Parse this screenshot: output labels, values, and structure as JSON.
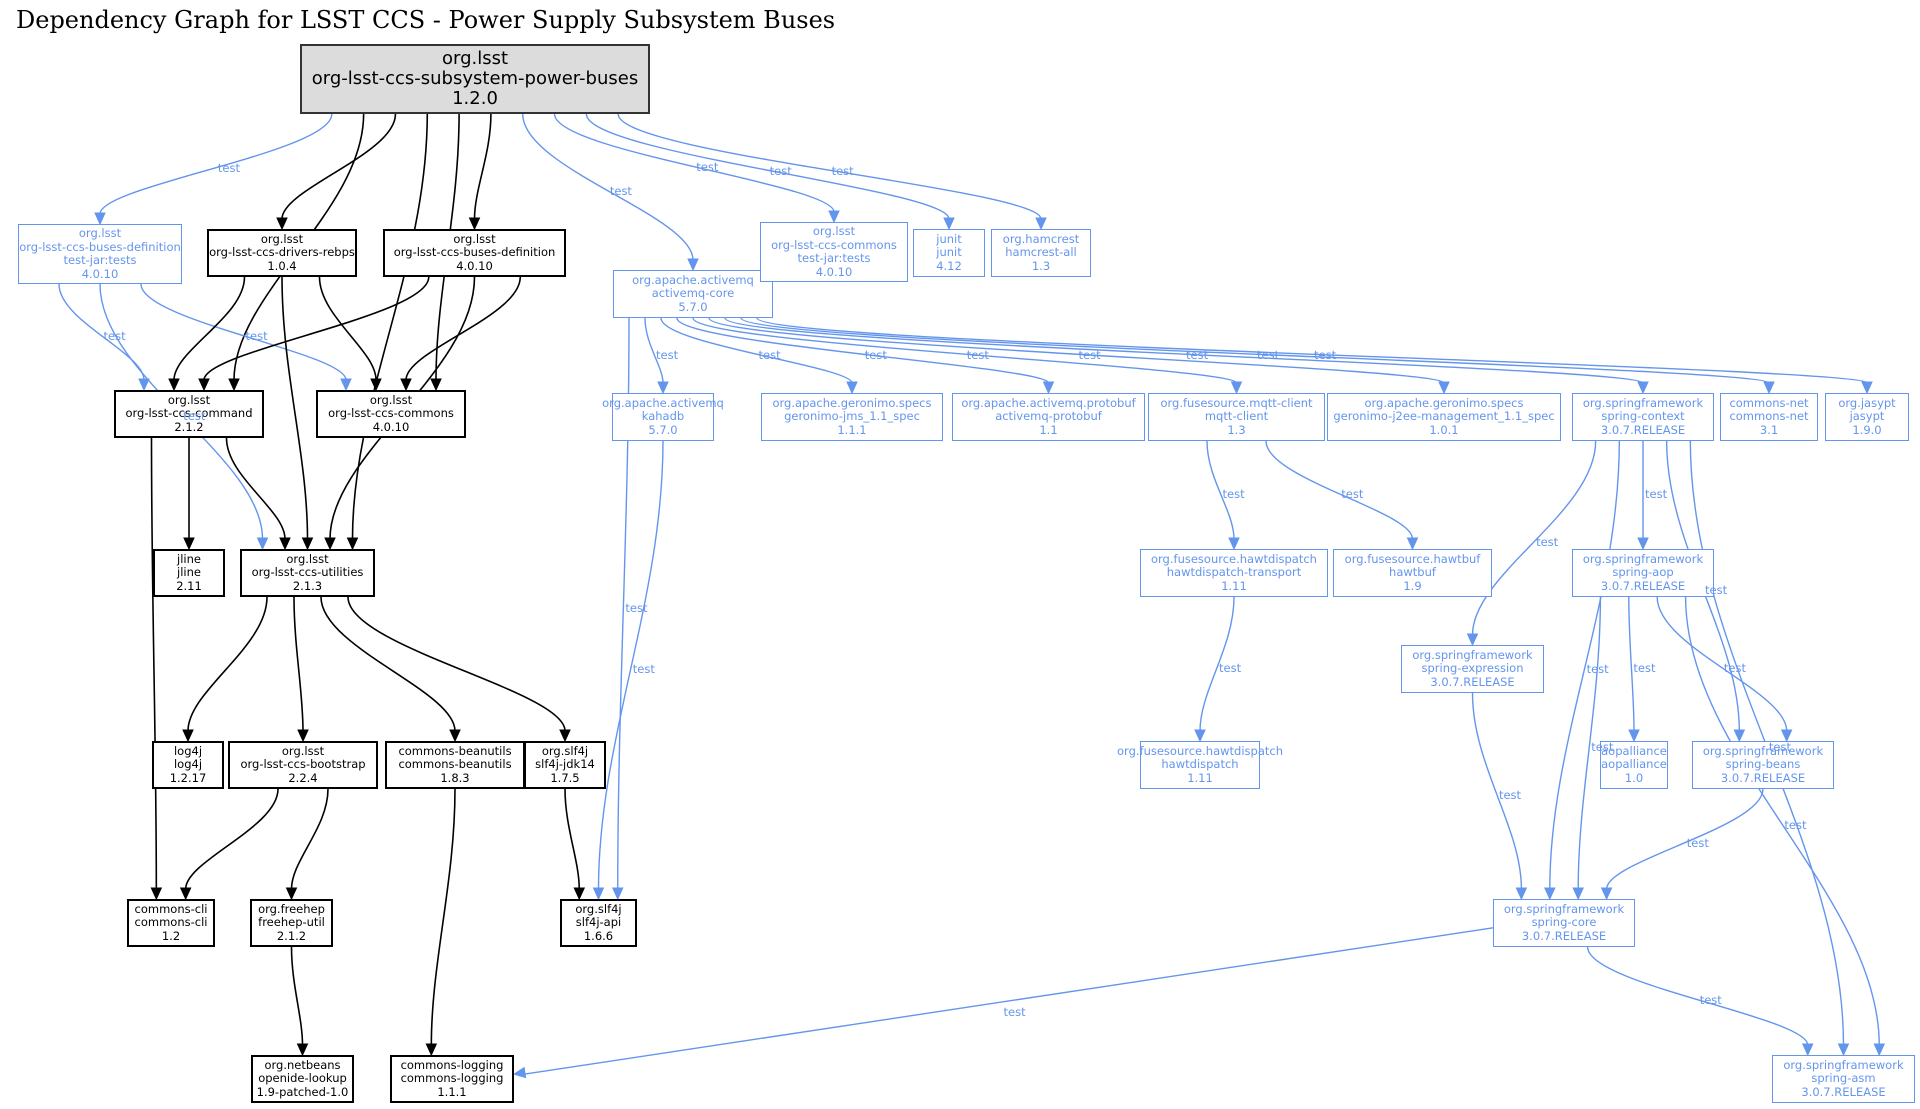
{
  "title": "Dependency Graph for LSST CCS - Power Supply Subsystem Buses",
  "colors": {
    "compile": "#000000",
    "test": "#6495ed",
    "root_fill": "#dcdcdc"
  },
  "nodes": [
    {
      "id": "root",
      "group": "org.lsst",
      "artifact": "org-lsst-ccs-subsystem-power-buses",
      "classifier": "",
      "version": "1.2.0",
      "scope": "root"
    },
    {
      "id": "buses-def-tests",
      "group": "org.lsst",
      "artifact": "org-lsst-ccs-buses-definition",
      "classifier": "test-jar:tests",
      "version": "4.0.10",
      "scope": "test"
    },
    {
      "id": "drivers-rebps",
      "group": "org.lsst",
      "artifact": "org-lsst-ccs-drivers-rebps",
      "classifier": "",
      "version": "1.0.4",
      "scope": "compile"
    },
    {
      "id": "buses-def",
      "group": "org.lsst",
      "artifact": "org-lsst-ccs-buses-definition",
      "classifier": "",
      "version": "4.0.10",
      "scope": "compile"
    },
    {
      "id": "activemq-core",
      "group": "org.apache.activemq",
      "artifact": "activemq-core",
      "classifier": "",
      "version": "5.7.0",
      "scope": "test"
    },
    {
      "id": "commons-tests",
      "group": "org.lsst",
      "artifact": "org-lsst-ccs-commons",
      "classifier": "test-jar:tests",
      "version": "4.0.10",
      "scope": "test"
    },
    {
      "id": "junit",
      "group": "junit",
      "artifact": "junit",
      "classifier": "",
      "version": "4.12",
      "scope": "test"
    },
    {
      "id": "hamcrest",
      "group": "org.hamcrest",
      "artifact": "hamcrest-all",
      "classifier": "",
      "version": "1.3",
      "scope": "test"
    },
    {
      "id": "command",
      "group": "org.lsst",
      "artifact": "org-lsst-ccs-command",
      "classifier": "",
      "version": "2.1.2",
      "scope": "compile"
    },
    {
      "id": "commons",
      "group": "org.lsst",
      "artifact": "org-lsst-ccs-commons",
      "classifier": "",
      "version": "4.0.10",
      "scope": "compile"
    },
    {
      "id": "kahadb",
      "group": "org.apache.activemq",
      "artifact": "kahadb",
      "classifier": "",
      "version": "5.7.0",
      "scope": "test"
    },
    {
      "id": "geronimo-jms",
      "group": "org.apache.geronimo.specs",
      "artifact": "geronimo-jms_1.1_spec",
      "classifier": "",
      "version": "1.1.1",
      "scope": "test"
    },
    {
      "id": "activemq-protobuf",
      "group": "org.apache.activemq.protobuf",
      "artifact": "activemq-protobuf",
      "classifier": "",
      "version": "1.1",
      "scope": "test"
    },
    {
      "id": "mqtt-client",
      "group": "org.fusesource.mqtt-client",
      "artifact": "mqtt-client",
      "classifier": "",
      "version": "1.3",
      "scope": "test"
    },
    {
      "id": "geronimo-j2ee",
      "group": "org.apache.geronimo.specs",
      "artifact": "geronimo-j2ee-management_1.1_spec",
      "classifier": "",
      "version": "1.0.1",
      "scope": "test"
    },
    {
      "id": "spring-context",
      "group": "org.springframework",
      "artifact": "spring-context",
      "classifier": "",
      "version": "3.0.7.RELEASE",
      "scope": "test"
    },
    {
      "id": "commons-net",
      "group": "commons-net",
      "artifact": "commons-net",
      "classifier": "",
      "version": "3.1",
      "scope": "test"
    },
    {
      "id": "jasypt",
      "group": "org.jasypt",
      "artifact": "jasypt",
      "classifier": "",
      "version": "1.9.0",
      "scope": "test"
    },
    {
      "id": "jline",
      "group": "jline",
      "artifact": "jline",
      "classifier": "",
      "version": "2.11",
      "scope": "compile"
    },
    {
      "id": "utilities",
      "group": "org.lsst",
      "artifact": "org-lsst-ccs-utilities",
      "classifier": "",
      "version": "2.1.3",
      "scope": "compile"
    },
    {
      "id": "hawtdispatch-transport",
      "group": "org.fusesource.hawtdispatch",
      "artifact": "hawtdispatch-transport",
      "classifier": "",
      "version": "1.11",
      "scope": "test"
    },
    {
      "id": "hawtbuf",
      "group": "org.fusesource.hawtbuf",
      "artifact": "hawtbuf",
      "classifier": "",
      "version": "1.9",
      "scope": "test"
    },
    {
      "id": "spring-aop",
      "group": "org.springframework",
      "artifact": "spring-aop",
      "classifier": "",
      "version": "3.0.7.RELEASE",
      "scope": "test"
    },
    {
      "id": "spring-expression",
      "group": "org.springframework",
      "artifact": "spring-expression",
      "classifier": "",
      "version": "3.0.7.RELEASE",
      "scope": "test"
    },
    {
      "id": "log4j",
      "group": "log4j",
      "artifact": "log4j",
      "classifier": "",
      "version": "1.2.17",
      "scope": "compile"
    },
    {
      "id": "bootstrap",
      "group": "org.lsst",
      "artifact": "org-lsst-ccs-bootstrap",
      "classifier": "",
      "version": "2.2.4",
      "scope": "compile"
    },
    {
      "id": "beanutils",
      "group": "commons-beanutils",
      "artifact": "commons-beanutils",
      "classifier": "",
      "version": "1.8.3",
      "scope": "compile"
    },
    {
      "id": "slf4j-jdk14",
      "group": "org.slf4j",
      "artifact": "slf4j-jdk14",
      "classifier": "",
      "version": "1.7.5",
      "scope": "compile"
    },
    {
      "id": "hawtdispatch",
      "group": "org.fusesource.hawtdispatch",
      "artifact": "hawtdispatch",
      "classifier": "",
      "version": "1.11",
      "scope": "test"
    },
    {
      "id": "aopalliance",
      "group": "aopalliance",
      "artifact": "aopalliance",
      "classifier": "",
      "version": "1.0",
      "scope": "test"
    },
    {
      "id": "spring-beans",
      "group": "org.springframework",
      "artifact": "spring-beans",
      "classifier": "",
      "version": "3.0.7.RELEASE",
      "scope": "test"
    },
    {
      "id": "commons-cli",
      "group": "commons-cli",
      "artifact": "commons-cli",
      "classifier": "",
      "version": "1.2",
      "scope": "compile"
    },
    {
      "id": "freehep-util",
      "group": "org.freehep",
      "artifact": "freehep-util",
      "classifier": "",
      "version": "2.1.2",
      "scope": "compile"
    },
    {
      "id": "slf4j-api",
      "group": "org.slf4j",
      "artifact": "slf4j-api",
      "classifier": "",
      "version": "1.6.6",
      "scope": "compile"
    },
    {
      "id": "spring-core",
      "group": "org.springframework",
      "artifact": "spring-core",
      "classifier": "",
      "version": "3.0.7.RELEASE",
      "scope": "test"
    },
    {
      "id": "openide-lookup",
      "group": "org.netbeans",
      "artifact": "openide-lookup",
      "classifier": "",
      "version": "1.9-patched-1.0",
      "scope": "compile"
    },
    {
      "id": "commons-logging",
      "group": "commons-logging",
      "artifact": "commons-logging",
      "classifier": "",
      "version": "1.1.1",
      "scope": "compile"
    },
    {
      "id": "spring-asm",
      "group": "org.springframework",
      "artifact": "spring-asm",
      "classifier": "",
      "version": "3.0.7.RELEASE",
      "scope": "test"
    }
  ],
  "edges": [
    {
      "from": "root",
      "to": "command",
      "scope": "compile",
      "label": ""
    },
    {
      "from": "root",
      "to": "buses-def-tests",
      "scope": "test",
      "label": "test"
    },
    {
      "from": "root",
      "to": "drivers-rebps",
      "scope": "compile",
      "label": ""
    },
    {
      "from": "root",
      "to": "buses-def",
      "scope": "compile",
      "label": ""
    },
    {
      "from": "root",
      "to": "commons",
      "scope": "compile",
      "label": ""
    },
    {
      "from": "root",
      "to": "utilities",
      "scope": "compile",
      "label": ""
    },
    {
      "from": "root",
      "to": "activemq-core",
      "scope": "test",
      "label": "test"
    },
    {
      "from": "root",
      "to": "commons-tests",
      "scope": "test",
      "label": "test"
    },
    {
      "from": "root",
      "to": "junit",
      "scope": "test",
      "label": "test"
    },
    {
      "from": "root",
      "to": "hamcrest",
      "scope": "test",
      "label": "test"
    },
    {
      "from": "buses-def-tests",
      "to": "command",
      "scope": "test",
      "label": "test"
    },
    {
      "from": "buses-def-tests",
      "to": "utilities",
      "scope": "test",
      "label": "test"
    },
    {
      "from": "buses-def-tests",
      "to": "commons",
      "scope": "test",
      "label": "test"
    },
    {
      "from": "drivers-rebps",
      "to": "command",
      "scope": "compile",
      "label": ""
    },
    {
      "from": "drivers-rebps",
      "to": "utilities",
      "scope": "compile",
      "label": ""
    },
    {
      "from": "drivers-rebps",
      "to": "commons",
      "scope": "compile",
      "label": ""
    },
    {
      "from": "buses-def",
      "to": "command",
      "scope": "compile",
      "label": ""
    },
    {
      "from": "buses-def",
      "to": "commons",
      "scope": "compile",
      "label": ""
    },
    {
      "from": "buses-def",
      "to": "utilities",
      "scope": "compile",
      "label": ""
    },
    {
      "from": "command",
      "to": "jline",
      "scope": "compile",
      "label": ""
    },
    {
      "from": "command",
      "to": "utilities",
      "scope": "compile",
      "label": ""
    },
    {
      "from": "command",
      "to": "commons-cli",
      "scope": "compile",
      "label": ""
    },
    {
      "from": "utilities",
      "to": "log4j",
      "scope": "compile",
      "label": ""
    },
    {
      "from": "utilities",
      "to": "bootstrap",
      "scope": "compile",
      "label": ""
    },
    {
      "from": "utilities",
      "to": "beanutils",
      "scope": "compile",
      "label": ""
    },
    {
      "from": "utilities",
      "to": "slf4j-jdk14",
      "scope": "compile",
      "label": ""
    },
    {
      "from": "bootstrap",
      "to": "commons-cli",
      "scope": "compile",
      "label": ""
    },
    {
      "from": "bootstrap",
      "to": "freehep-util",
      "scope": "compile",
      "label": ""
    },
    {
      "from": "freehep-util",
      "to": "openide-lookup",
      "scope": "compile",
      "label": ""
    },
    {
      "from": "beanutils",
      "to": "commons-logging",
      "scope": "compile",
      "label": ""
    },
    {
      "from": "slf4j-jdk14",
      "to": "slf4j-api",
      "scope": "compile",
      "label": ""
    },
    {
      "from": "activemq-core",
      "to": "slf4j-api",
      "scope": "test",
      "label": "test"
    },
    {
      "from": "activemq-core",
      "to": "kahadb",
      "scope": "test",
      "label": "test"
    },
    {
      "from": "activemq-core",
      "to": "geronimo-jms",
      "scope": "test",
      "label": "test"
    },
    {
      "from": "activemq-core",
      "to": "activemq-protobuf",
      "scope": "test",
      "label": "test"
    },
    {
      "from": "activemq-core",
      "to": "mqtt-client",
      "scope": "test",
      "label": "test"
    },
    {
      "from": "activemq-core",
      "to": "geronimo-j2ee",
      "scope": "test",
      "label": "test"
    },
    {
      "from": "activemq-core",
      "to": "spring-context",
      "scope": "test",
      "label": "test"
    },
    {
      "from": "activemq-core",
      "to": "commons-net",
      "scope": "test",
      "label": "test"
    },
    {
      "from": "activemq-core",
      "to": "jasypt",
      "scope": "test",
      "label": "test"
    },
    {
      "from": "kahadb",
      "to": "slf4j-api",
      "scope": "test",
      "label": "test"
    },
    {
      "from": "mqtt-client",
      "to": "hawtdispatch-transport",
      "scope": "test",
      "label": "test"
    },
    {
      "from": "mqtt-client",
      "to": "hawtbuf",
      "scope": "test",
      "label": "test"
    },
    {
      "from": "hawtdispatch-transport",
      "to": "hawtdispatch",
      "scope": "test",
      "label": "test"
    },
    {
      "from": "spring-context",
      "to": "spring-expression",
      "scope": "test",
      "label": "test"
    },
    {
      "from": "spring-context",
      "to": "spring-core",
      "scope": "test",
      "label": "test"
    },
    {
      "from": "spring-context",
      "to": "spring-aop",
      "scope": "test",
      "label": "test"
    },
    {
      "from": "spring-context",
      "to": "spring-beans",
      "scope": "test",
      "label": "test"
    },
    {
      "from": "spring-context",
      "to": "spring-asm",
      "scope": "test",
      "label": "test"
    },
    {
      "from": "spring-aop",
      "to": "spring-core",
      "scope": "test",
      "label": "test"
    },
    {
      "from": "spring-aop",
      "to": "aopalliance",
      "scope": "test",
      "label": "test"
    },
    {
      "from": "spring-aop",
      "to": "spring-beans",
      "scope": "test",
      "label": "test"
    },
    {
      "from": "spring-aop",
      "to": "spring-asm",
      "scope": "test",
      "label": "test"
    },
    {
      "from": "spring-expression",
      "to": "spring-core",
      "scope": "test",
      "label": "test"
    },
    {
      "from": "spring-beans",
      "to": "spring-core",
      "scope": "test",
      "label": "test"
    },
    {
      "from": "spring-core",
      "to": "commons-logging",
      "scope": "test",
      "label": "test"
    },
    {
      "from": "spring-core",
      "to": "spring-asm",
      "scope": "test",
      "label": "test"
    }
  ]
}
